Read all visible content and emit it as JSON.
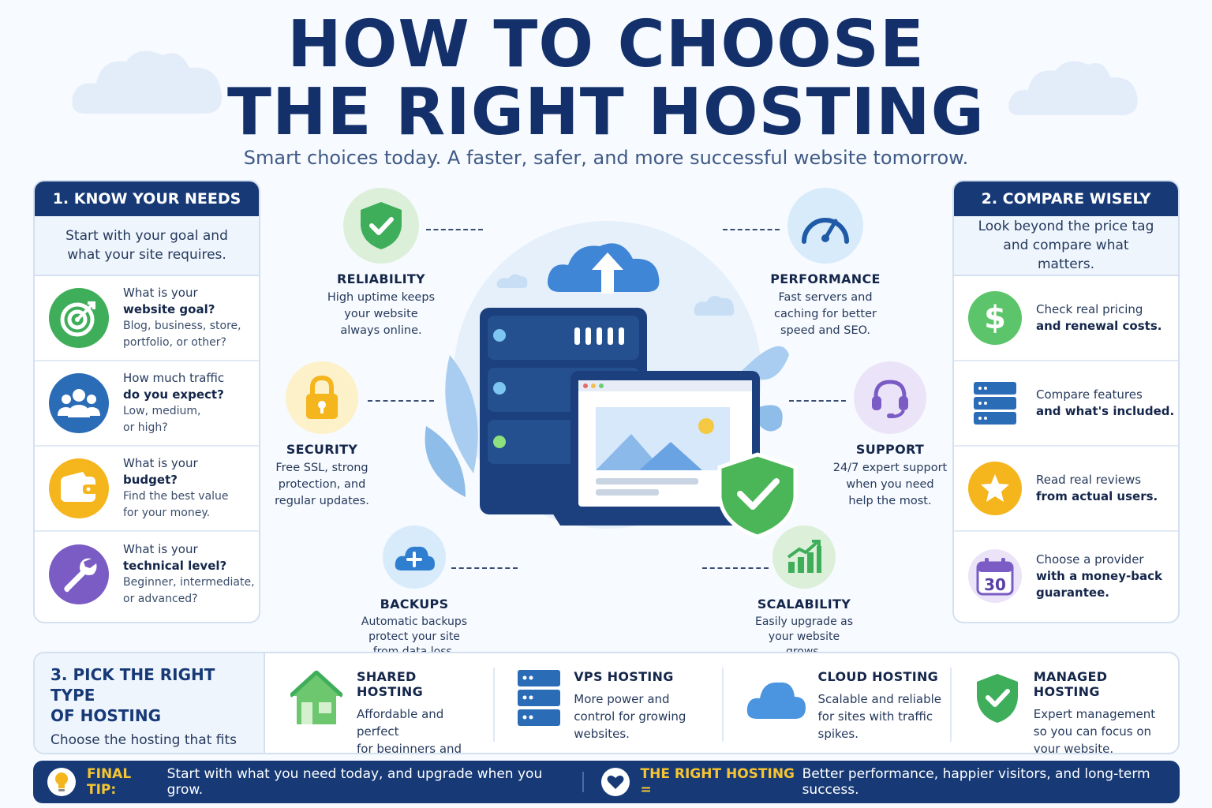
{
  "title_line1": "HOW TO CHOOSE",
  "title_line2": "THE RIGHT HOSTING",
  "subtitle": "Smart choices today. A faster, safer, and more successful website tomorrow.",
  "left_panel": {
    "heading": "1. KNOW YOUR NEEDS",
    "intro": "Start with your goal and\nwhat your site requires.",
    "items": [
      {
        "q_pre": "What is your",
        "q_bold": "website goal?",
        "detail": "Blog, business, store,\nportfolio, or other?",
        "icon": "target-icon",
        "color": "#3fae5b"
      },
      {
        "q_pre": "How much traffic",
        "q_bold": "do you expect?",
        "detail": "Low, medium,\nor high?",
        "icon": "users-icon",
        "color": "#2b6cb7"
      },
      {
        "q_pre": "What is your",
        "q_bold": "budget?",
        "detail": "Find the best value\nfor your money.",
        "icon": "wallet-icon",
        "color": "#f5b51d"
      },
      {
        "q_pre": "What is your",
        "q_bold": "technical level?",
        "detail": "Beginner, intermediate,\nor advanced?",
        "icon": "wrench-icon",
        "color": "#7a5cc4"
      }
    ]
  },
  "right_panel": {
    "heading": "2. COMPARE WISELY",
    "intro": "Look beyond the price tag\nand compare what matters.",
    "items": [
      {
        "pre": "Check real pricing",
        "bold": "and renewal costs.",
        "icon": "dollar-icon",
        "color": "#5cc46a"
      },
      {
        "pre": "Compare features",
        "bold": "and what's included.",
        "icon": "server-stack-icon",
        "color": "#2b6cb7"
      },
      {
        "pre": "Read real reviews",
        "bold": "from actual users.",
        "icon": "star-icon",
        "color": "#f5b51d"
      },
      {
        "pre": "Choose a provider",
        "bold": "with a money-back guarantee.",
        "icon": "calendar-icon",
        "color": "#7a5cc4"
      }
    ]
  },
  "features": {
    "reliability": {
      "name": "RELIABILITY",
      "desc": "High uptime keeps\nyour website\nalways online."
    },
    "performance": {
      "name": "PERFORMANCE",
      "desc": "Fast servers and\ncaching for better\nspeed and SEO."
    },
    "security": {
      "name": "SECURITY",
      "desc": "Free SSL, strong\nprotection, and\nregular updates."
    },
    "support": {
      "name": "SUPPORT",
      "desc": "24/7 expert support\nwhen you need\nhelp the most."
    },
    "backups": {
      "name": "BACKUPS",
      "desc": "Automatic backups\nprotect your site\nfrom data loss."
    },
    "scalability": {
      "name": "SCALABILITY",
      "desc": "Easily upgrade as\nyour website\ngrows."
    }
  },
  "types": {
    "heading": "3. PICK THE RIGHT TYPE\nOF HOSTING",
    "intro": "Choose the hosting that fits\nyour current needs.",
    "items": [
      {
        "name": "SHARED HOSTING",
        "desc": "Affordable and perfect\nfor beginners and\nsmall websites."
      },
      {
        "name": "VPS HOSTING",
        "desc": "More power and\ncontrol for growing\nwebsites."
      },
      {
        "name": "CLOUD HOSTING",
        "desc": "Scalable and reliable\nfor sites with traffic\nspikes."
      },
      {
        "name": "MANAGED HOSTING",
        "desc": "Expert management\nso you can focus on\nyour website."
      }
    ]
  },
  "footer": {
    "tip_label": "FINAL TIP:",
    "tip_text": "Start with what you need today, and upgrade when you grow.",
    "right_label": "THE RIGHT HOSTING =",
    "right_text": "Better performance, happier visitors, and long-term success."
  },
  "calendar_number": "30",
  "colors": {
    "navy": "#173a77",
    "green": "#3fae5b",
    "blue": "#2b6cb7",
    "yellow": "#f5b51d",
    "purple": "#7a5cc4"
  }
}
